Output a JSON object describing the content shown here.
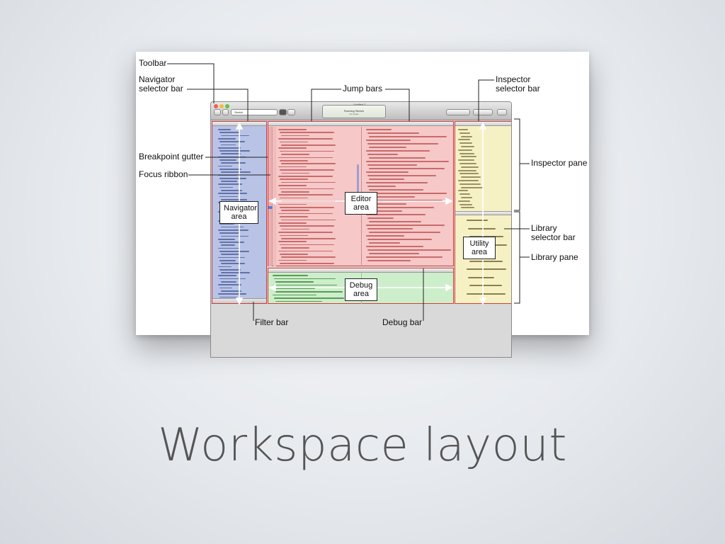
{
  "slide_title": "Workspace layout",
  "window": {
    "title": "Untitled 2",
    "activity_text": "Running Sketch",
    "activity_sub": "No Issues",
    "scheme_label": "Sketch",
    "traffic_lights": [
      "#ec5f57",
      "#f6bd3a",
      "#5ec542"
    ]
  },
  "callouts": {
    "toolbar": "Toolbar",
    "navigator_selector_bar": "Navigator selector bar",
    "breakpoint_gutter": "Breakpoint gutter",
    "focus_ribbon": "Focus ribbon",
    "jump_bars": "Jump bars",
    "inspector_selector_bar": "Inspector selector bar",
    "inspector_pane": "Inspector pane",
    "library_selector_bar": "Library selector bar",
    "library_pane": "Library pane",
    "filter_bar": "Filter bar",
    "debug_bar": "Debug bar"
  },
  "areas": {
    "navigator": "Navigator area",
    "editor": "Editor area",
    "debug": "Debug area",
    "utility": "Utility area"
  },
  "colors": {
    "navigator": "#b8c3e6",
    "editor": "#f6c8c8",
    "debug": "#cdeecb",
    "utility": "#f6f1c4",
    "outline": "#d21e1e"
  }
}
